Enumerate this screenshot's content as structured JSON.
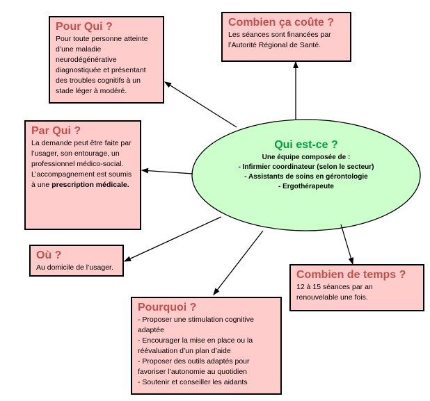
{
  "center": {
    "title": "Qui est-ce ?",
    "lines": [
      "Une équipe composée de :",
      "- Infirmier coordinateur (selon le secteur)",
      "- Assistants de soins en gérontologie",
      "- Ergothérapeute"
    ]
  },
  "pour_qui": {
    "title": "Pour Qui ?",
    "text": "Pour toute personne atteinte d’une maladie neurodégénérative diagnostiquée et présentant des troubles cognitifs à un stade léger à modéré."
  },
  "combien_cout": {
    "title": "Combien ça coûte ?",
    "text": "Les séances sont financées par l’Autorité Régional de Santé."
  },
  "par_qui": {
    "title": "Par Qui ?",
    "text": "La demande peut être faite par l’usager, son entourage, un professionnel médico-social.",
    "text2": "L’accompagnement est soumis à une ",
    "text2_bold": "prescription médicale."
  },
  "ou": {
    "title": "Où ?",
    "text": "Au domicile de l’usager."
  },
  "combien_temps": {
    "title": "Combien de temps ?",
    "text": "12 à 15 séances par an renouvelable une fois."
  },
  "pourquoi": {
    "title": "Pourquoi ?",
    "items": [
      "- Proposer une stimulation cognitive adaptée",
      "- Encourager la mise en place ou la réévaluation d’un plan d’aide",
      "- Proposer des outils adaptés pour favoriser l’autonomie au quotidien",
      "- Soutenir et conseiller les aidants"
    ]
  },
  "colors": {
    "box_fill": "#ffcccc",
    "title": "#c0504d",
    "ellipse_fill": "#ccffcc",
    "center_title": "#00a040"
  }
}
